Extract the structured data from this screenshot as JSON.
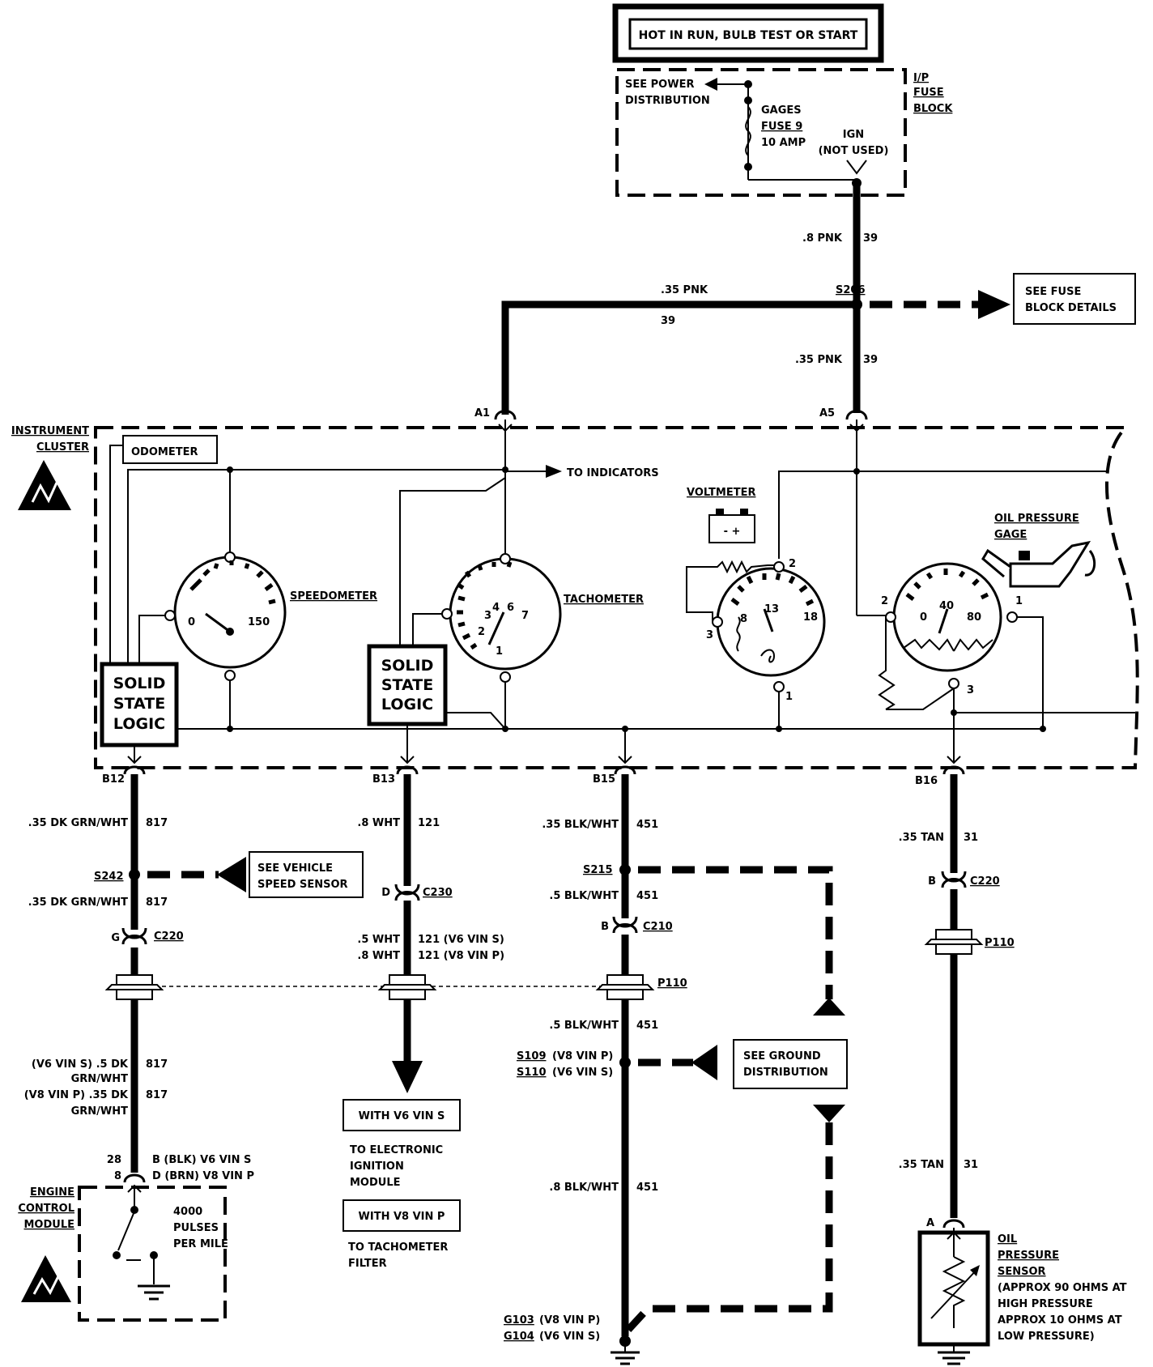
{
  "top_box": "HOT IN RUN, BULB TEST OR START",
  "fuse_block": {
    "title": [
      "I/P",
      "FUSE",
      "BLOCK"
    ],
    "see_power": [
      "SEE POWER",
      "DISTRIBUTION"
    ],
    "fuse": [
      "GAGES",
      "FUSE 9",
      "10 AMP"
    ],
    "ign": [
      "IGN",
      "(NOT USED)"
    ]
  },
  "wires_top": {
    "w1_gauge": ".8 PNK",
    "w1_circuit": "39",
    "w2_gauge": ".35 PNK",
    "w2_circuit": "39",
    "w3_gauge": ".35 PNK",
    "w3_circuit": "39",
    "splice": "S206",
    "see_fuse": [
      "SEE FUSE",
      "BLOCK DETAILS"
    ]
  },
  "cluster": {
    "title": [
      "INSTRUMENT",
      "CLUSTER"
    ],
    "odometer": "ODOMETER",
    "to_indicators": "TO INDICATORS",
    "voltmeter": "VOLTMETER",
    "oil_gage": [
      "OIL PRESSURE",
      "GAGE"
    ],
    "speedometer": "SPEEDOMETER",
    "tachometer": "TACHOMETER",
    "ssl": [
      "SOLID",
      "STATE",
      "LOGIC"
    ],
    "speedo_scale": [
      "0",
      "150"
    ],
    "tach_scale": [
      "1",
      "2",
      "3",
      "4",
      "6",
      "7"
    ],
    "volt_scale": [
      "8",
      "13",
      "18"
    ],
    "oil_scale": [
      "0",
      "40",
      "80"
    ],
    "volt_terms": [
      "1",
      "2",
      "3"
    ],
    "oil_terms": [
      "1",
      "2",
      "3"
    ],
    "battery": "- +"
  },
  "connectors": {
    "a1": "A1",
    "a5": "A5",
    "b12": "B12",
    "b13": "B13",
    "b15": "B15",
    "b16": "B16"
  },
  "col1": {
    "w1g": ".35 DK GRN/WHT",
    "w1c": "817",
    "splice": "S242",
    "see_vss": [
      "SEE VEHICLE",
      "SPEED SENSOR"
    ],
    "w2g": ".35 DK GRN/WHT",
    "w2c": "817",
    "conn_pin": "G",
    "conn": "C220",
    "v6": [
      "(V6  VIN S)  .5 DK",
      "GRN/WHT"
    ],
    "v8": [
      "(V8  VIN P)  .35 DK",
      "GRN/WHT"
    ],
    "v6c": "817",
    "v8c": "817",
    "pins": [
      "28",
      "8"
    ],
    "pin_desc": [
      "B  (BLK)  V6  VIN S",
      "D  (BRN)  V8  VIN P"
    ],
    "ecm": [
      "ENGINE",
      "CONTROL",
      "MODULE"
    ],
    "pulses": [
      "4000",
      "PULSES",
      "PER MILE"
    ]
  },
  "col2": {
    "w1g": ".8 WHT",
    "w1c": "121",
    "conn_pin": "D",
    "conn": "C230",
    "w2g": ".5 WHT",
    "w2c": "121 (V6  VIN S)",
    "w3g": ".8 WHT",
    "w3c": "121 (V8  VIN P)",
    "v6box": "WITH V6  VIN S",
    "v6dest": [
      "TO ELECTRONIC",
      "IGNITION",
      "MODULE"
    ],
    "v8box": "WITH V8  VIN P",
    "v8dest": [
      "TO TACHOMETER",
      "FILTER"
    ]
  },
  "col3": {
    "w1g": ".35 BLK/WHT",
    "w1c": "451",
    "splice": "S215",
    "w2g": ".5 BLK/WHT",
    "w2c": "451",
    "conn_pin": "B",
    "conn": "C210",
    "p110": "P110",
    "w3g": ".5 BLK/WHT",
    "w3c": "451",
    "s109": "S109",
    "s109d": "(V8  VIN P)",
    "s110": "S110",
    "s110d": "(V6  VIN S)",
    "see_ground": [
      "SEE GROUND",
      "DISTRIBUTION"
    ],
    "w4g": ".8 BLK/WHT",
    "w4c": "451",
    "g103": "G103",
    "g103d": "(V8  VIN P)",
    "g104": "G104",
    "g104d": "(V6  VIN S)"
  },
  "col4": {
    "w1g": ".35 TAN",
    "w1c": "31",
    "conn_pin": "B",
    "conn": "C220",
    "p110": "P110",
    "w2g": ".35 TAN",
    "w2c": "31",
    "pin_a": "A",
    "sensor": [
      "OIL",
      "PRESSURE",
      "SENSOR"
    ],
    "sensor_note": [
      "(APPROX 90 OHMS AT",
      "HIGH PRESSURE",
      "APPROX 10 OHMS AT",
      "LOW PRESSURE)"
    ]
  }
}
